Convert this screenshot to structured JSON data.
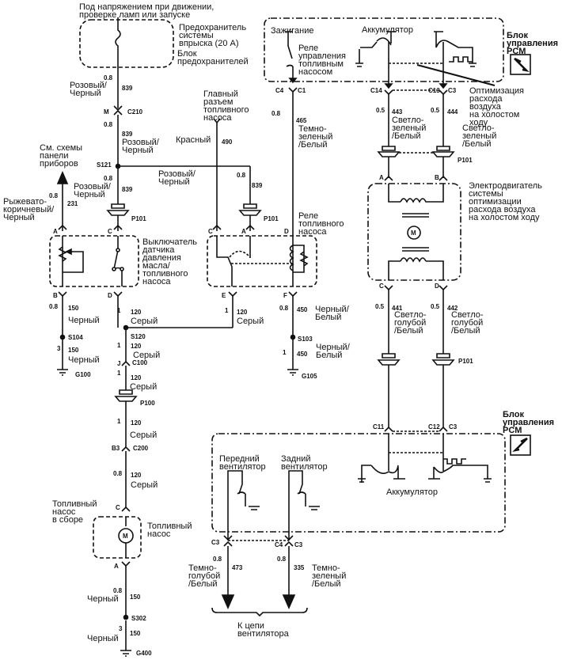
{
  "title_note": "Под напряжением при движении,\nпроверке ламп или запуске",
  "fuse": {
    "label": "Предохранитель\nсистемы\nвпрыска (20 A)",
    "block": "Блок\nпредохранителей"
  },
  "pcm_top": {
    "ignition": "Зажигание",
    "relay_ctrl": "Реле\nуправления\nтопливным\nнасосом",
    "battery": "Аккумулятор",
    "title": "Блок\nуправления\nPCM",
    "iac_label": "Оптимизация\nрасхода\nвоздуха\nна холостом\nходу",
    "pins": {
      "c4": "C4",
      "c1": "C1",
      "c14": "C14",
      "c13": "C13",
      "c3": "C3"
    }
  },
  "wires": {
    "w839_top": {
      "gauge": "0.8",
      "num": "839",
      "color": "Розовый/\nЧерный"
    },
    "c210": {
      "pin": "M",
      "conn": "C210"
    },
    "w839_mid": {
      "gauge": "0.8",
      "num": "839",
      "color": "Розовый/\nЧерный"
    },
    "s121": "S121",
    "w839_left": {
      "gauge": "0.8",
      "num": "839",
      "color": "Розовый/\nЧерный"
    },
    "w839_right": {
      "gauge": "0.8",
      "num": "839",
      "color": "Розовый/\nЧерный"
    },
    "w231": {
      "gauge": "0.8",
      "num": "231",
      "color": "Рыжевато-\nкоричневый/\nЧерный"
    },
    "w490": {
      "num": "490",
      "color": "Красный"
    },
    "w465": {
      "gauge": "0.8",
      "num": "465",
      "color": "Темно-\nзеленый\n/Белый"
    },
    "w443": {
      "gauge": "0.5",
      "num": "443",
      "color": "Светло-\nзеленый\n/Белый"
    },
    "w444": {
      "gauge": "0.5",
      "num": "444",
      "color": "Светло-\nзеленый\n/Белый"
    },
    "w150_b": {
      "gauge": "0.8",
      "num": "150",
      "color": "Черный"
    },
    "s104": "S104",
    "w150_g": {
      "gauge": "3",
      "num": "150",
      "color": "Черный"
    },
    "g100": "G100",
    "w120_d": {
      "gauge": "1",
      "num": "120",
      "color": "Серый"
    },
    "w120_e": {
      "gauge": "1",
      "num": "120",
      "color": "Серый"
    },
    "s120": "S120",
    "w120_s": {
      "gauge": "1",
      "num": "120",
      "color": "Серый"
    },
    "c100": {
      "pin": "J",
      "conn": "C100"
    },
    "w120_c": {
      "gauge": "1",
      "num": "120",
      "color": "Серый"
    },
    "p100": "P100",
    "w120_p": {
      "gauge": "1",
      "num": "120",
      "color": "Серый"
    },
    "c200": {
      "pin": "B3",
      "conn": "C200"
    },
    "w120_b": {
      "gauge": "0.8",
      "num": "120",
      "color": "Серый"
    },
    "w450_f": {
      "gauge": "0.8",
      "num": "450",
      "color": "Черный/\nБелый"
    },
    "s103": "S103",
    "w450_g": {
      "gauge": "1",
      "num": "450",
      "color": "Черный/\nБелый"
    },
    "g105": "G105",
    "w441": {
      "gauge": "0.5",
      "num": "441",
      "color": "Светло-\nголубой\n/Белый"
    },
    "w442": {
      "gauge": "0.5",
      "num": "442",
      "color": "Светло-\nголубой\n/Белый"
    },
    "w150_pump": {
      "gauge": "0.8",
      "num": "150",
      "color": "Черный"
    },
    "s302": "S302",
    "w150_g400": {
      "gauge": "3",
      "num": "150",
      "color": "Черный"
    },
    "g400": "G400",
    "w473": {
      "gauge": "0.8",
      "num": "473",
      "color": "Темно-\nголубой\n/Белый"
    },
    "w335": {
      "gauge": "0.8",
      "num": "335",
      "color": "Темно-\nзеленый\n/Белый"
    }
  },
  "components": {
    "see_panel": "См. схемы\nпанели\nприборов",
    "main_conn": "Главный\nразъем\nтопливного\nнасоса",
    "p101": "P101",
    "oil_switch": "Выключатель\nдатчика\nдавления\nмасла/\nтопливного\nнасоса",
    "fuel_relay": "Реле\nтопливного\nнасоса",
    "iac_motor": "Электродвигатель\nсистемы\nоптимизации\nрасхода воздуха\nна холостом ходу",
    "pump_assy": "Топливный\nнасос\nв сборе",
    "pump": "Топливный\nнасос",
    "motor_m": "M",
    "front_fan": "Передний\nвентилятор",
    "rear_fan": "Задний\nвентилятор",
    "battery_bottom": "Аккумулятор",
    "pcm_bottom": "Блок\nуправления\nPCM",
    "fan_circuit": "К цепи\nвентилятора"
  },
  "pins": {
    "A": "A",
    "B": "B",
    "C": "C",
    "D": "D",
    "E": "E",
    "F": "F",
    "c11": "C11",
    "c12": "C12",
    "c3": "C3",
    "c4": "C4"
  }
}
